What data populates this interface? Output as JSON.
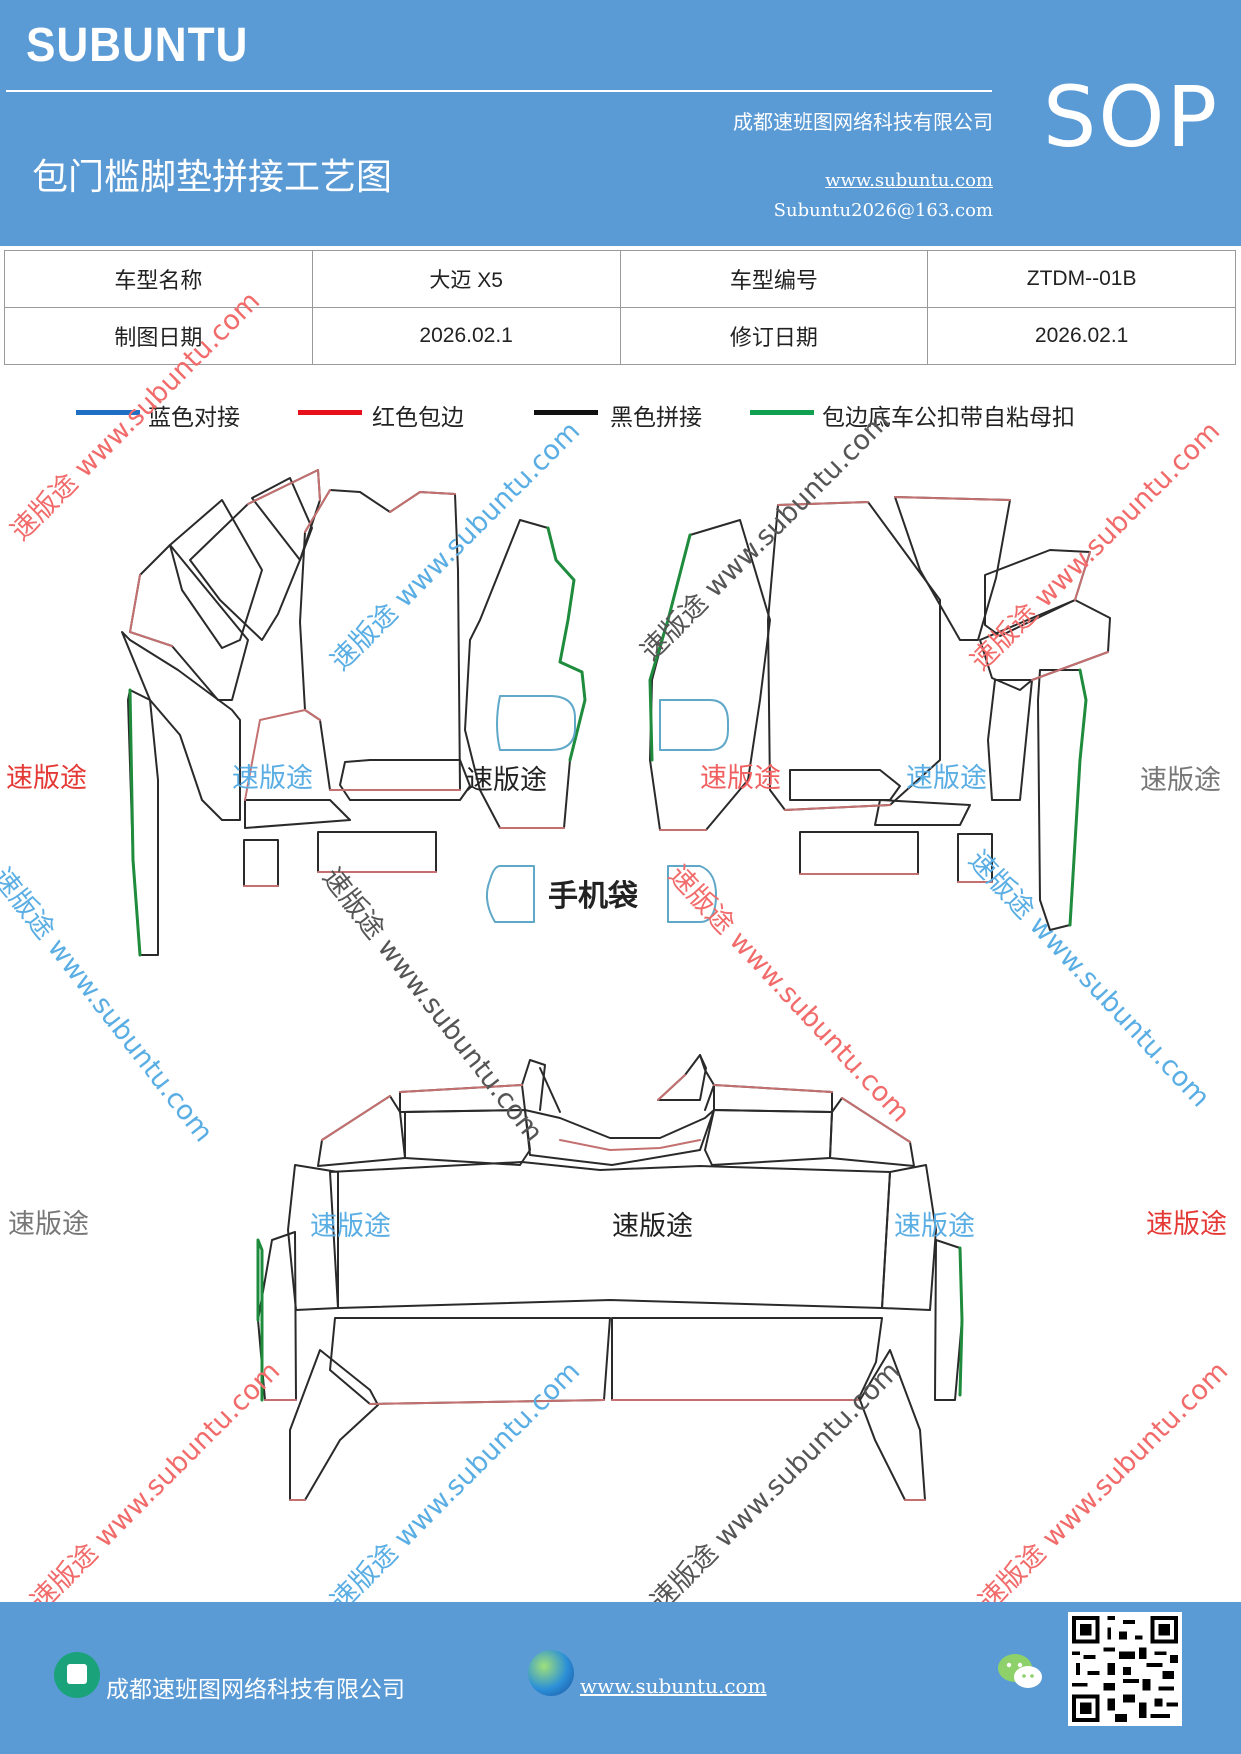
{
  "header": {
    "brand": "SUBUNTU",
    "title": "包门槛脚垫拼接工艺图",
    "company": "成都速班图网络科技有限公司",
    "website": "www.subuntu.com",
    "email": "Subuntu2026@163.com",
    "badge": "SOP"
  },
  "info": {
    "rows": [
      [
        "车型名称",
        "大迈 X5",
        "车型编号",
        "ZTDM--01B"
      ],
      [
        "制图日期",
        "2026.02.1",
        "修订日期",
        "2026.02.1"
      ]
    ]
  },
  "legend": [
    {
      "label": "蓝色对接",
      "color": "#1f6fc5"
    },
    {
      "label": "红色包边",
      "color": "#e8101a"
    },
    {
      "label": "黑色拼接",
      "color": "#111111"
    },
    {
      "label": "包边底车公扣带自粘母扣",
      "color": "#10a050"
    }
  ],
  "drawing": {
    "pocket_label": "手机袋"
  },
  "watermarks": {
    "diagonal": "速版途 www.subuntu.com",
    "short": "速版途"
  },
  "footer": {
    "company": "成都速班图网络科技有限公司",
    "website": "www.subuntu.com"
  },
  "colors": {
    "header_bg": "#5b9bd5",
    "outline_black": "#1a1a1a",
    "outline_red": "#c47070",
    "outline_green": "#1e8c3c",
    "outline_blue": "#5fa8c8"
  }
}
